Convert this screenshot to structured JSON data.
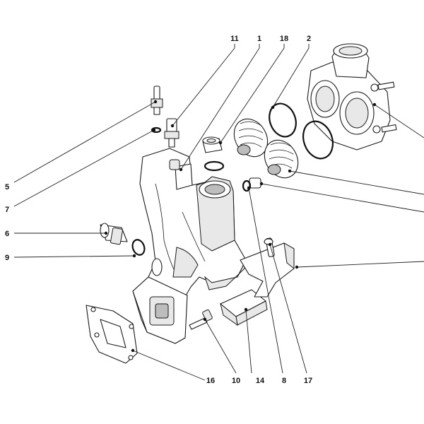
{
  "callouts": [
    {
      "id": "c11",
      "label": "11"
    },
    {
      "id": "c1",
      "label": "1"
    },
    {
      "id": "c18",
      "label": "18"
    },
    {
      "id": "c2",
      "label": "2"
    },
    {
      "id": "c5",
      "label": "5"
    },
    {
      "id": "c7",
      "label": "7"
    },
    {
      "id": "c6",
      "label": "6"
    },
    {
      "id": "c9",
      "label": "9"
    },
    {
      "id": "c16",
      "label": "16"
    },
    {
      "id": "c10",
      "label": "10"
    },
    {
      "id": "c14",
      "label": "14"
    },
    {
      "id": "c8",
      "label": "8"
    },
    {
      "id": "c17",
      "label": "17"
    }
  ]
}
